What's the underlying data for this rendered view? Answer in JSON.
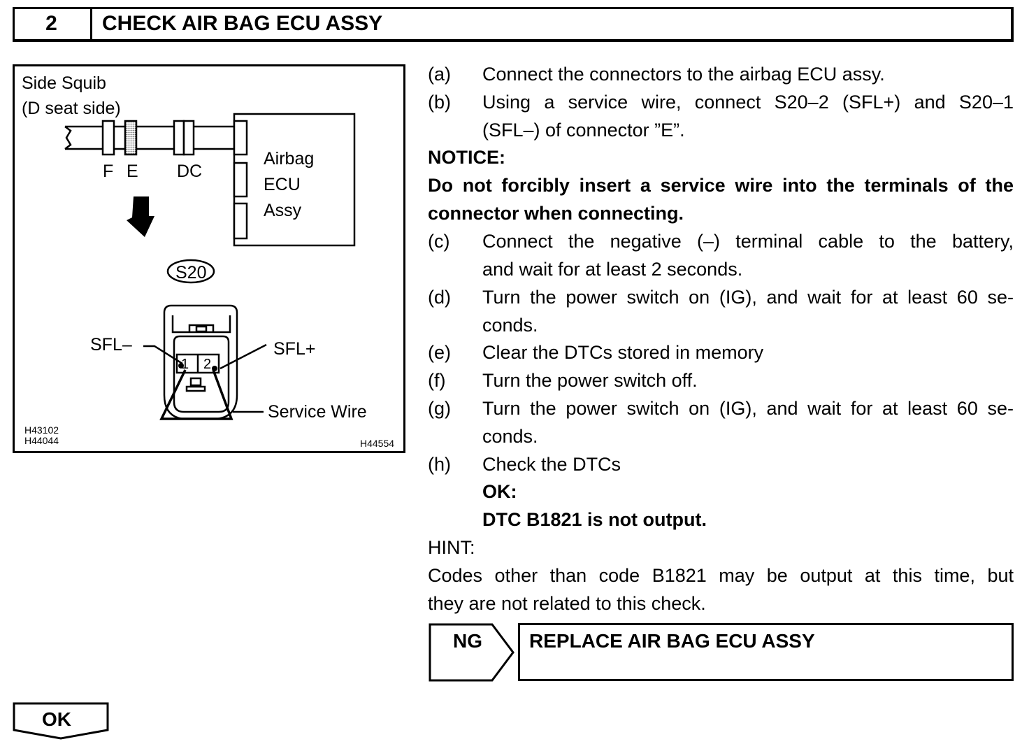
{
  "header": {
    "step_number": "2",
    "title": "CHECK AIR BAG ECU ASSY"
  },
  "figure": {
    "side_squib_line1": "Side Squib",
    "side_squib_line2": "(D seat side)",
    "conn_f": "F",
    "conn_e": "E",
    "conn_dc": "DC",
    "ecu_line1": "Airbag",
    "ecu_line2": "ECU",
    "ecu_line3": "Assy",
    "connector_id": "S20",
    "sfl_minus": "SFL–",
    "sfl_plus": "SFL+",
    "pin1": "1",
    "pin2": "2",
    "service_wire": "Service Wire",
    "code1": "H43102",
    "code2": "H44044",
    "code3": "H44554"
  },
  "steps": {
    "a_label": "(a)",
    "a_text": "Connect the connectors to the airbag ECU assy.",
    "b_label": "(b)",
    "b_text1": "Using a service wire, connect S20–2 (SFL+) and S20–1",
    "b_text2": "(SFL–) of connector ”E”.",
    "notice_heading": "NOTICE:",
    "notice_line1": "Do not forcibly insert a service wire into the terminals of the",
    "notice_line2": "connector when connecting.",
    "c_label": "(c)",
    "c_text1": "Connect the negative (–) terminal cable to the battery,",
    "c_text2": "and wait for at least 2 seconds.",
    "d_label": "(d)",
    "d_text1": "Turn the power switch on (IG), and wait for at least 60 se-",
    "d_text2": "conds.",
    "e_label": "(e)",
    "e_text": "Clear the DTCs stored in memory",
    "f_label": "(f)",
    "f_text": "Turn the power switch off.",
    "g_label": "(g)",
    "g_text1": "Turn the power switch on (IG), and wait for at least 60 se-",
    "g_text2": "conds.",
    "h_label": "(h)",
    "h_text": "Check the DTCs",
    "ok_heading": "OK:",
    "ok_text": "DTC B1821 is not output.",
    "hint_heading": "HINT:",
    "hint_line1": "Codes other than code B1821 may be output at this time, but",
    "hint_line2": "they are not related to this check."
  },
  "result": {
    "ng_label": "NG",
    "ng_action": "REPLACE AIR BAG ECU ASSY",
    "ok_label": "OK"
  }
}
